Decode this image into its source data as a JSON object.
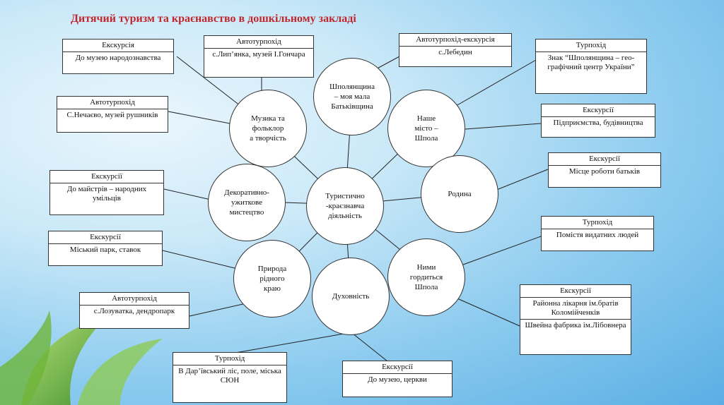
{
  "title": "Дитячий туризм та краєнавство в дошкільному закладі",
  "circles": [
    {
      "id": "center",
      "text": "Туристично\n-краєзнавча\nдіяльність"
    },
    {
      "id": "shpol",
      "text": "Шполянщина\n– моя мала\nБатьківщина"
    },
    {
      "id": "misto",
      "text": "Наше\nмісто –\nШпола"
    },
    {
      "id": "rodyna",
      "text": "Родина"
    },
    {
      "id": "gord",
      "text": "Ними\nгордиться\nШпола"
    },
    {
      "id": "duh",
      "text": "Духовність"
    },
    {
      "id": "pryroda",
      "text": "Природа\nрідного\nкраю"
    },
    {
      "id": "dekor",
      "text": "Декоративно-\nужиткове\nмистецтво"
    },
    {
      "id": "muz",
      "text": "Музика та\nфольклор\nа творчість"
    }
  ],
  "boxes": [
    {
      "id": "b1",
      "header": "Екскурсія",
      "body": "До музею народознавства"
    },
    {
      "id": "b2",
      "header": "Автотурпохід",
      "body": "с.Лип’янка, музей І.Гончара"
    },
    {
      "id": "b3",
      "header": "Автотурпохід-екскурсія",
      "body": "с.Лебедин"
    },
    {
      "id": "b4",
      "header": "Турпохід",
      "body": "Знак “Шполянщина – гео-графічний центр України”"
    },
    {
      "id": "b5",
      "header": "Автотурпохід",
      "body": "С.Нечаєво, музей рушників"
    },
    {
      "id": "b6",
      "header": "Екскурсії",
      "body": "Підприємства, будівництва"
    },
    {
      "id": "b7",
      "header": "Екскурсії",
      "body": "Місце роботи батьків"
    },
    {
      "id": "b8",
      "header": "Екскурсії",
      "body": "До майстрів – народних умільців"
    },
    {
      "id": "b9",
      "header": "Турпохід",
      "body": "Помістя видатних людей"
    },
    {
      "id": "b10",
      "header": "Екскурсії",
      "body": "Міський парк, ставок"
    },
    {
      "id": "b11",
      "header": "Екскурсії",
      "body": "Районна лікарня ім.братів Коломійченків",
      "body2": "Швейна фабрика ім.Лібовнера"
    },
    {
      "id": "b12",
      "header": "Автотурпохід",
      "body": "с.Лозуватка, дендропарк"
    },
    {
      "id": "b13",
      "header": "Турпохід",
      "body": "В Дар’ївський ліс, поле, міська СЮН"
    },
    {
      "id": "b14",
      "header": "Екскурсії",
      "body": "До музею, церкви"
    }
  ]
}
